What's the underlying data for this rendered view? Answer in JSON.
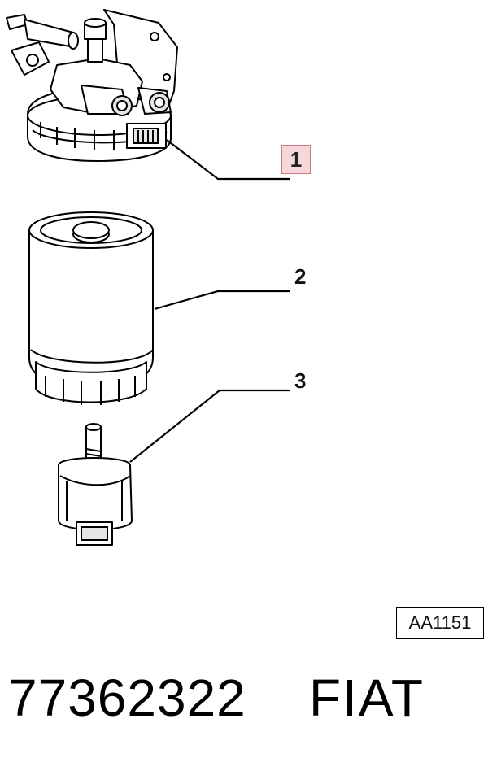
{
  "callouts": [
    {
      "number": "1",
      "highlighted": true
    },
    {
      "number": "2",
      "highlighted": false
    },
    {
      "number": "3",
      "highlighted": false
    }
  ],
  "reference_code": "AA1151",
  "part_number": "77362322",
  "brand": "FIAT",
  "colors": {
    "highlight_fill": "#f6d7dc",
    "highlight_border": "#d07a88"
  }
}
